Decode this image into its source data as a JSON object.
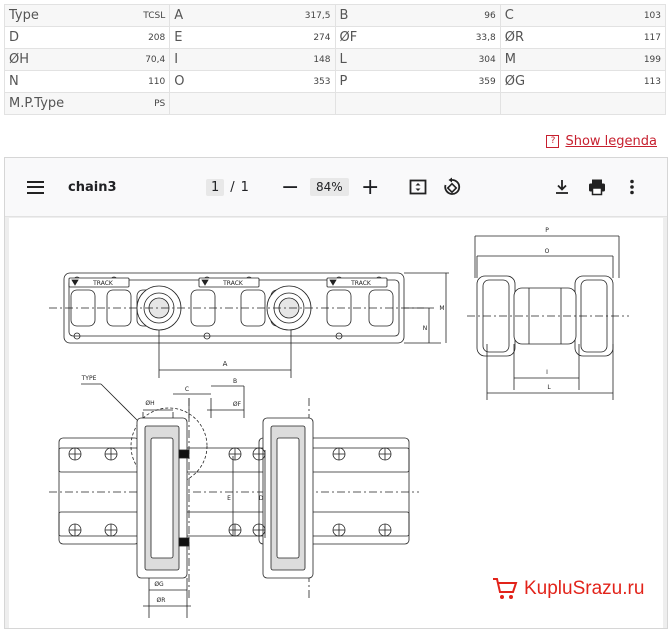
{
  "specs": [
    [
      {
        "k": "Type",
        "v": "TCSL"
      },
      {
        "k": "A",
        "v": "317,5"
      },
      {
        "k": "B",
        "v": "96"
      },
      {
        "k": "C",
        "v": "103"
      }
    ],
    [
      {
        "k": "D",
        "v": "208"
      },
      {
        "k": "E",
        "v": "274"
      },
      {
        "k": "ØF",
        "v": "33,8"
      },
      {
        "k": "ØR",
        "v": "117"
      }
    ],
    [
      {
        "k": "ØH",
        "v": "70,4"
      },
      {
        "k": "I",
        "v": "148"
      },
      {
        "k": "L",
        "v": "304"
      },
      {
        "k": "M",
        "v": "199"
      }
    ],
    [
      {
        "k": "N",
        "v": "110"
      },
      {
        "k": "O",
        "v": "353"
      },
      {
        "k": "P",
        "v": "359"
      },
      {
        "k": "ØG",
        "v": "113"
      }
    ],
    [
      {
        "k": "M.P.Type",
        "v": "PS"
      },
      {
        "k": "",
        "v": ""
      },
      {
        "k": "",
        "v": ""
      },
      {
        "k": "",
        "v": ""
      }
    ]
  ],
  "legend": {
    "label": "Show legenda",
    "icon": "question-box-icon"
  },
  "viewer": {
    "title": "chain3",
    "page_current": "1",
    "page_separator": "/",
    "page_total": "1",
    "zoom": "84%",
    "icons": [
      "menu-icon",
      "zoom-out-icon",
      "zoom-in-icon",
      "fit-page-icon",
      "rotate-icon",
      "download-icon",
      "print-icon",
      "more-vert-icon"
    ]
  },
  "drawing": {
    "brand": [
      "TRACK",
      "TRACK",
      "TRACK"
    ],
    "dim_labels": {
      "A": "A",
      "N": "N",
      "M": "M",
      "P": "P",
      "O": "O",
      "I": "I",
      "L": "L",
      "type": "TYPE",
      "H": "ØH",
      "C": "C",
      "B": "B",
      "F": "ØF",
      "E": "E",
      "D": "D",
      "G": "ØG",
      "R": "ØR"
    }
  },
  "watermark": {
    "text": "KupluSrazu.ru",
    "color": "#e2231a"
  },
  "colors": {
    "accent": "#c7202f"
  }
}
